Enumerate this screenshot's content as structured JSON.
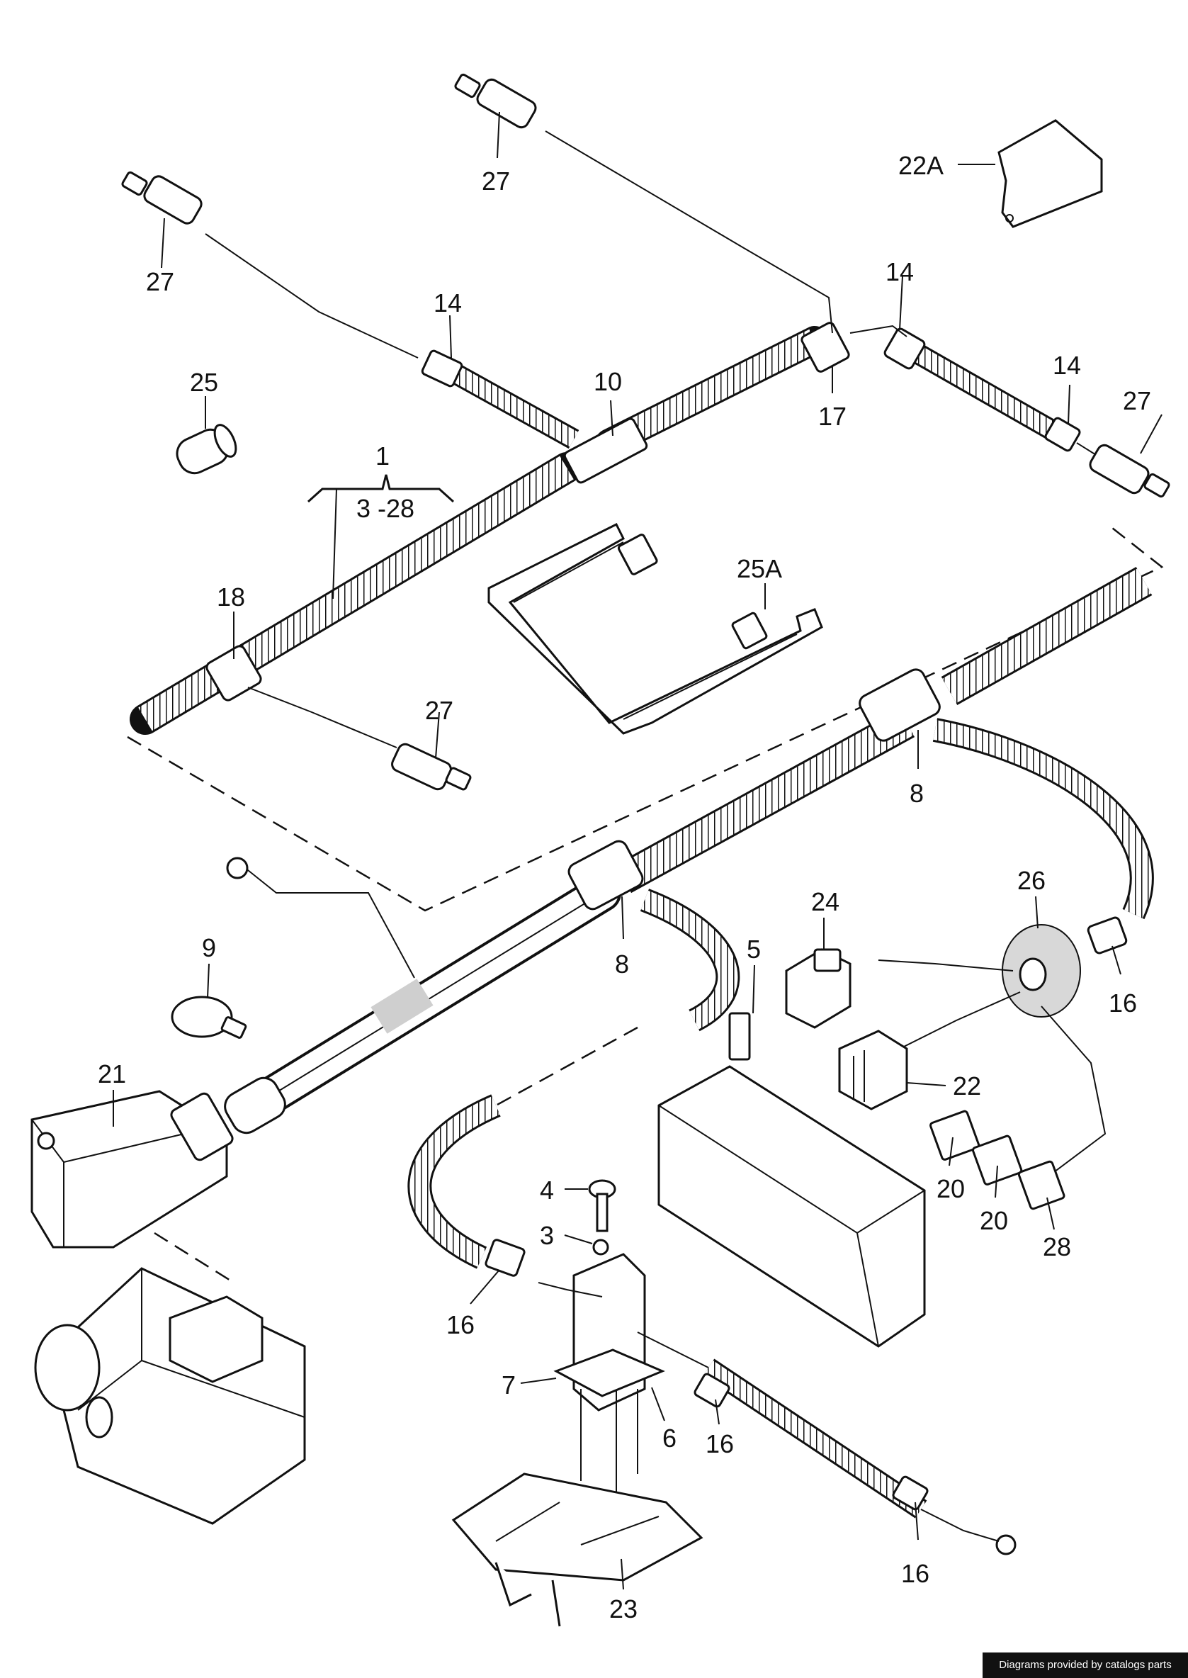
{
  "callouts": {
    "c22a": "22A",
    "c27a": "27",
    "c27b": "27",
    "c27c": "27",
    "c27d": "27",
    "c14a": "14",
    "c14b": "14",
    "c14c": "14",
    "c10": "10",
    "c17": "17",
    "c25": "25",
    "c1": "1",
    "c1range": "3 -28",
    "c18": "18",
    "c25a": "25A",
    "c8a": "8",
    "c8b": "8",
    "c26": "26",
    "c24": "24",
    "c5": "5",
    "c9": "9",
    "c21": "21",
    "c22": "22",
    "c16a": "16",
    "c16b": "16",
    "c16c": "16",
    "c16d": "16",
    "c20a": "20",
    "c20b": "20",
    "c28": "28",
    "c4": "4",
    "c3": "3",
    "c7": "7",
    "c6": "6",
    "c23": "23"
  },
  "credit": "Diagrams provided by catalogs parts"
}
